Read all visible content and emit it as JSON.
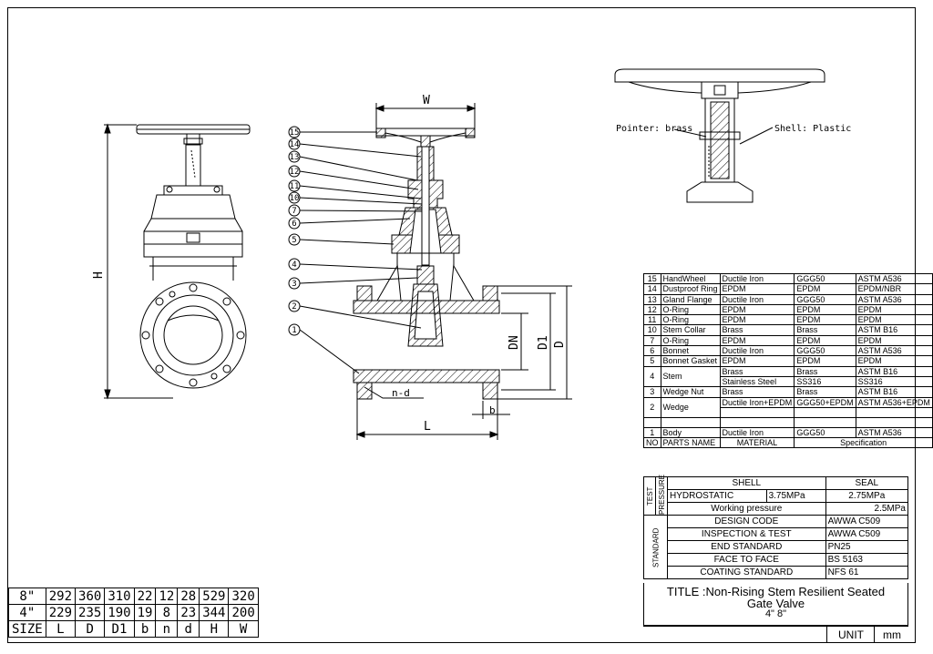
{
  "labels": {
    "w": "W",
    "h": "H",
    "l": "L",
    "dn": "DN",
    "d1": "D1",
    "d": "D",
    "b": "b",
    "nd": "n-d",
    "pointer": "Pointer: brass",
    "shell": "Shell: Plastic"
  },
  "balloons": [
    "15",
    "14",
    "13",
    "12",
    "11",
    "10",
    "7",
    "6",
    "5",
    "4",
    "3",
    "2",
    "1"
  ],
  "parts": [
    {
      "no": "15",
      "name": "HandWheel",
      "material": "Ductile Iron",
      "grade": "GGG50",
      "spec": "ASTM A536"
    },
    {
      "no": "14",
      "name": "Dustproof Ring",
      "material": "EPDM",
      "grade": "EPDM",
      "spec": "EPDM/NBR"
    },
    {
      "no": "13",
      "name": "Gland Flange",
      "material": "Ductile Iron",
      "grade": "GGG50",
      "spec": "ASTM A536"
    },
    {
      "no": "12",
      "name": "O-Ring",
      "material": "EPDM",
      "grade": "EPDM",
      "spec": "EPDM"
    },
    {
      "no": "11",
      "name": "O-Ring",
      "material": "EPDM",
      "grade": "EPDM",
      "spec": "EPDM"
    },
    {
      "no": "10",
      "name": "Stem Collar",
      "material": "Brass",
      "grade": "Brass",
      "spec": "ASTM B16"
    },
    {
      "no": "7",
      "name": "O-Ring",
      "material": "EPDM",
      "grade": "EPDM",
      "spec": "EPDM"
    },
    {
      "no": "6",
      "name": "Bonnet",
      "material": "Ductile Iron",
      "grade": "GGG50",
      "spec": "ASTM A536"
    },
    {
      "no": "5",
      "name": "Bonnet Gasket",
      "material": "EPDM",
      "grade": "EPDM",
      "spec": "EPDM"
    }
  ],
  "stem": {
    "no": "4",
    "name": "Stem",
    "rows": [
      {
        "material": "Brass",
        "grade": "Brass",
        "spec": "ASTM B16"
      },
      {
        "material": "Stainless Steel",
        "grade": "SS316",
        "spec": "SS316"
      }
    ]
  },
  "wedge_nut": {
    "no": "3",
    "name": "Wedge Nut",
    "material": "Brass",
    "grade": "Brass",
    "spec": "ASTM B16"
  },
  "wedge": {
    "no": "2",
    "name": "Wedge",
    "material": "Ductile Iron+EPDM",
    "grade": "GGG50+EPDM",
    "spec": "ASTM A536+EPDM"
  },
  "body": {
    "no": "1",
    "name": "Body",
    "material": "Ductile Iron",
    "grade": "GGG50",
    "spec": "ASTM A536"
  },
  "parts_header": {
    "no": "NO",
    "name": "PARTS NAME",
    "material": "MATERIAL",
    "spec": "Specification"
  },
  "test": {
    "label_test": "TEST",
    "label_pressure": "PRESSURE",
    "shell": "SHELL",
    "seal": "SEAL",
    "hydrostatic": "HYDROSTATIC",
    "shell_value": "3.75MPa",
    "seal_value": "2.75MPa",
    "working": "Working pressure",
    "working_value": "2.5MPa"
  },
  "standard": {
    "label": "STANDARD",
    "rows": [
      {
        "name": "DESIGN CODE",
        "value": "AWWA C509"
      },
      {
        "name": "INSPECTION & TEST",
        "value": "AWWA C509"
      },
      {
        "name": "END STANDARD",
        "value": "PN25"
      },
      {
        "name": "FACE TO FACE",
        "value": "BS 5163"
      },
      {
        "name": "COATING STANDARD",
        "value": "NFS 61"
      }
    ]
  },
  "title": {
    "line1": "TITLE :Non-Rising Stem Resilient Seated",
    "line2": "Gate Valve",
    "line3": "4\"  8\""
  },
  "unit": {
    "label": "UNIT",
    "value": "mm"
  },
  "dimensions": {
    "header": [
      "SIZE",
      "L",
      "D",
      "D1",
      "b",
      "n",
      "d",
      "H",
      "W"
    ],
    "rows": [
      [
        "8\"",
        "292",
        "360",
        "310",
        "22",
        "12",
        "28",
        "529",
        "320"
      ],
      [
        "4\"",
        "229",
        "235",
        "190",
        "19",
        "8",
        "23",
        "344",
        "200"
      ]
    ]
  },
  "colors": {
    "line": "#000000",
    "hatch": "#000000",
    "background": "#ffffff"
  }
}
